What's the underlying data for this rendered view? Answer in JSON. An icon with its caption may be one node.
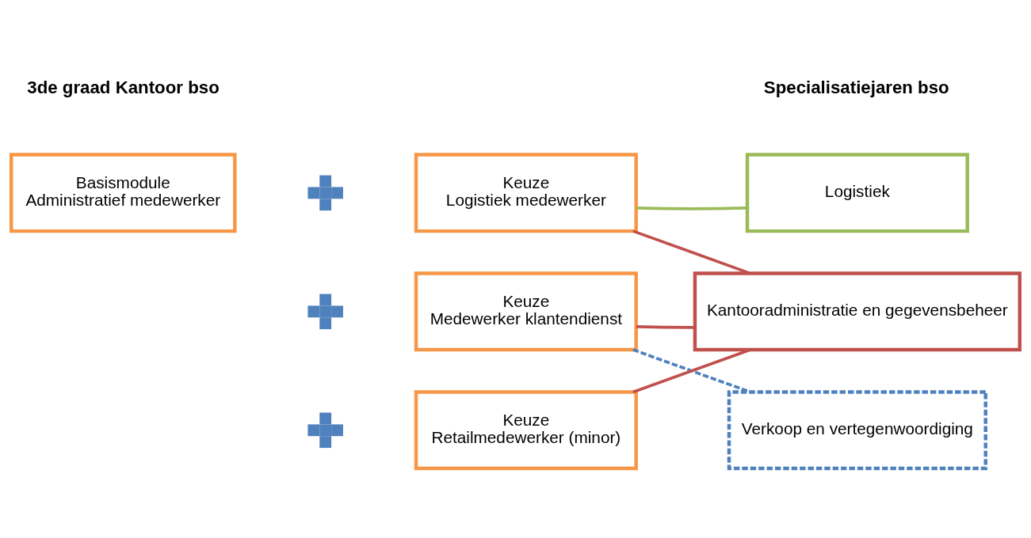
{
  "diagram": {
    "nodes": [
      {
        "text": [
          "Basismodule",
          "Administratief medewerker"
        ]
      },
      {
        "text": [],
        "shape": "plus"
      },
      {
        "text": [
          "Keuze",
          "Logistiek medewerker"
        ]
      },
      {
        "text": [
          "Logistiek"
        ]
      },
      {
        "text": [],
        "shape": "plus"
      },
      {
        "text": [
          "Keuze",
          "Medewerker klantendienst"
        ]
      },
      {
        "text": [
          "Kantooradministratie en gegevensbeheer"
        ]
      },
      {
        "text": [],
        "shape": "plus"
      },
      {
        "text": [
          "Keuze",
          "Retailmedewerker (minor)"
        ]
      },
      {
        "text": [
          "Verkoop en vertegenwoordiging"
        ]
      }
    ],
    "edges": [
      {
        "from": 2,
        "to": 3,
        "arrow": "none",
        "color": "#9bbb59"
      },
      {
        "from": 2,
        "to": 6,
        "arrow": "none"
      },
      {
        "from": 5,
        "to": 6,
        "arrow": "none"
      },
      {
        "from": 5,
        "to": 9,
        "arrow": "none",
        "style": "dashed",
        "color": "#4f81bd"
      },
      {
        "from": 8,
        "to": 6,
        "arrow": "none"
      }
    ],
    "labels": [
      "3de graad Kantoor bso",
      "Specialisatiejaren bso"
    ]
  }
}
